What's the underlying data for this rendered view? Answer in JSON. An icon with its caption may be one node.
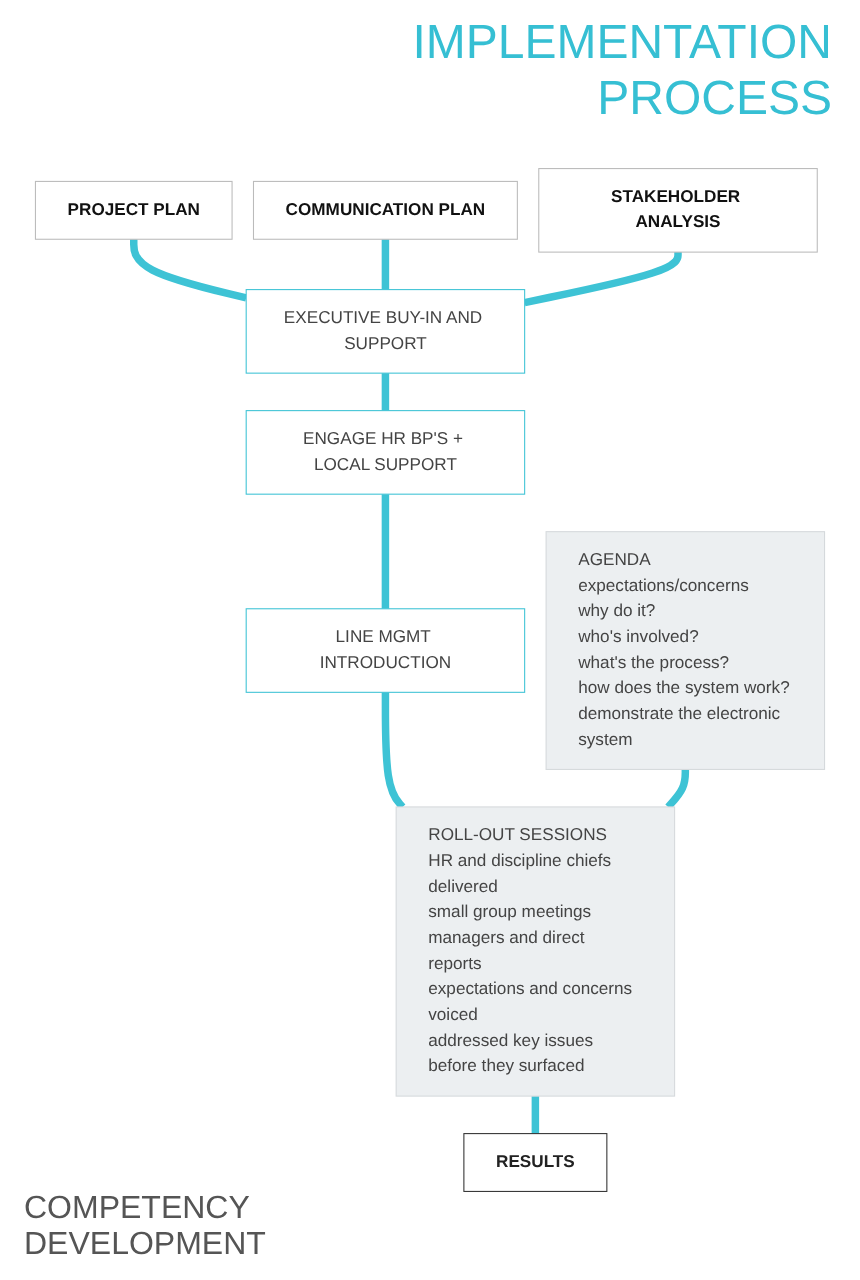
{
  "diagram": {
    "title": "IMPLEMENTATION PROCESS",
    "nodes": [
      {
        "text": [
          "PROJECT PLAN"
        ]
      },
      {
        "text": [
          "COMMUNICATION PLAN"
        ]
      },
      {
        "text": [
          "STAKEHOLDER ANALYSIS"
        ]
      },
      {
        "text": [
          "EXECUTIVE BUY-IN AND SUPPORT"
        ]
      },
      {
        "text": [
          "ENGAGE HR BP'S + LOCAL SUPPORT"
        ]
      },
      {
        "text": [
          "LINE MGMT INTRODUCTION"
        ]
      },
      {
        "text": [
          "AGENDA",
          "expectations/concerns",
          "why do it?",
          "who's involved?",
          "what's the process?",
          "how does the system work?",
          "demonstrate the electronic system"
        ]
      },
      {
        "text": [
          "ROLL-OUT SESSIONS",
          "HR and discipline chiefs delivered",
          "small group meetings",
          "managers and direct reports",
          "expectations and concerns voiced",
          "addressed key issues before they surfaced"
        ]
      },
      {
        "text": [
          "RESULTS"
        ]
      }
    ],
    "edges": [
      {
        "from": 0,
        "to": 3,
        "arrow": "none"
      },
      {
        "from": 1,
        "to": 3,
        "arrow": "none"
      },
      {
        "from": 2,
        "to": 3,
        "arrow": "none"
      },
      {
        "from": 3,
        "to": 4,
        "arrow": "none"
      },
      {
        "from": 4,
        "to": 5,
        "arrow": "none"
      },
      {
        "from": 5,
        "to": 7,
        "arrow": "none"
      },
      {
        "from": 6,
        "to": 7,
        "arrow": "none"
      },
      {
        "from": 7,
        "to": 8,
        "arrow": "none"
      }
    ],
    "labels": [
      "COMPETENCY DEVELOPMENT"
    ]
  }
}
